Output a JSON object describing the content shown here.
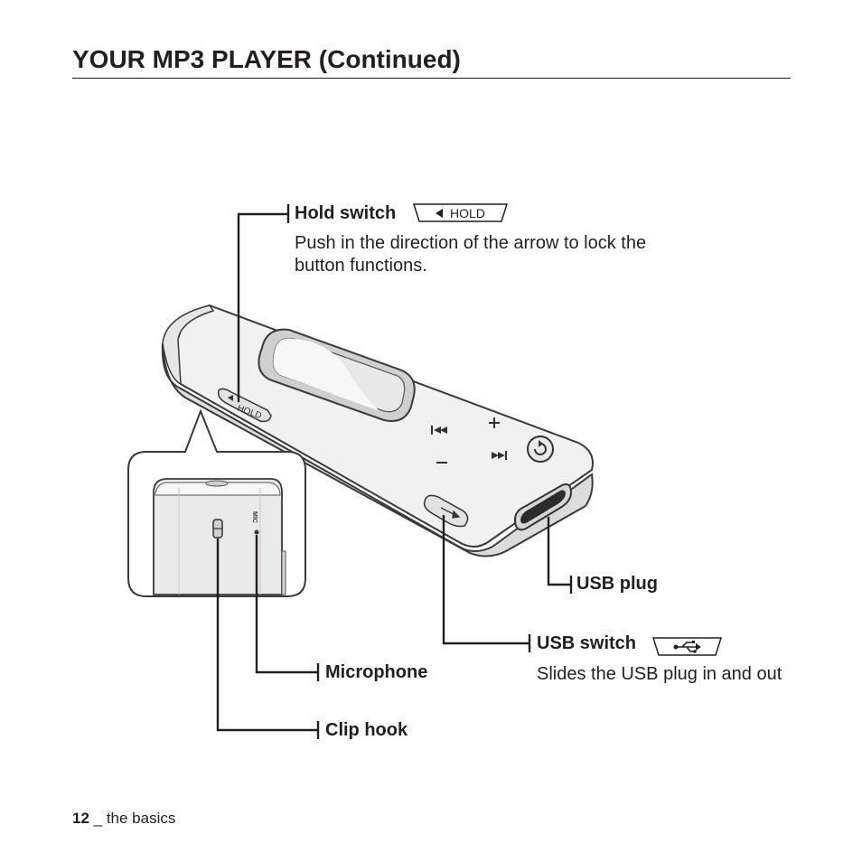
{
  "header": {
    "title": "YOUR MP3 PLAYER (Continued)"
  },
  "callouts": {
    "hold_switch": {
      "label": "Hold switch",
      "icon_text": "HOLD",
      "description": "Push in the direction of the arrow to lock the button functions."
    },
    "usb_plug": {
      "label": "USB plug"
    },
    "usb_switch": {
      "label": "USB switch",
      "description": "Slides the USB plug in and out"
    },
    "microphone": {
      "label": "Microphone"
    },
    "clip_hook": {
      "label": "Clip hook"
    }
  },
  "device": {
    "hold_text": "HOLD",
    "mic_text": "MIC"
  },
  "footer": {
    "page_number": "12",
    "separator": " _ ",
    "section": "the basics"
  }
}
